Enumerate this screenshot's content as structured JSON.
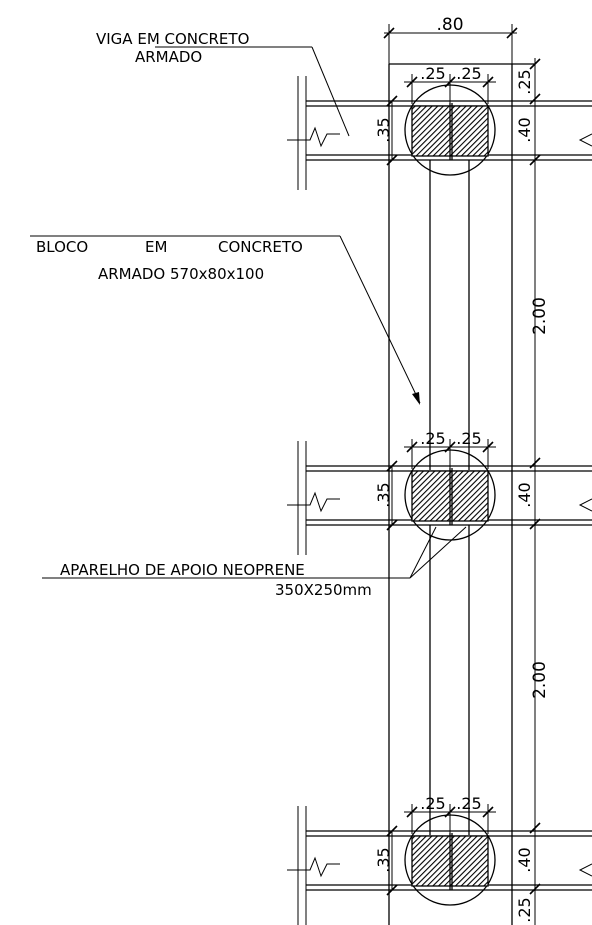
{
  "labels": {
    "viga_line1": "VIGA EM CONCRETO",
    "viga_line2": "ARMADO",
    "bloco_line1_a": "BLOCO",
    "bloco_line1_b": "EM",
    "bloco_line1_c": "CONCRETO",
    "bloco_line2": "ARMADO 570x80x100",
    "apoio_line1": "APARELHO DE APOIO NEOPRENE",
    "apoio_line2": "350X250mm"
  },
  "dimensions": {
    "top_width": ".80",
    "pad_half": ".25",
    "top_edge": ".25",
    "bottom_edge": ".25",
    "beam_depth": ".35",
    "pad_depth": ".40",
    "span": "2.00"
  },
  "supports": [
    {
      "name": "support-1"
    },
    {
      "name": "support-2"
    },
    {
      "name": "support-3"
    }
  ]
}
